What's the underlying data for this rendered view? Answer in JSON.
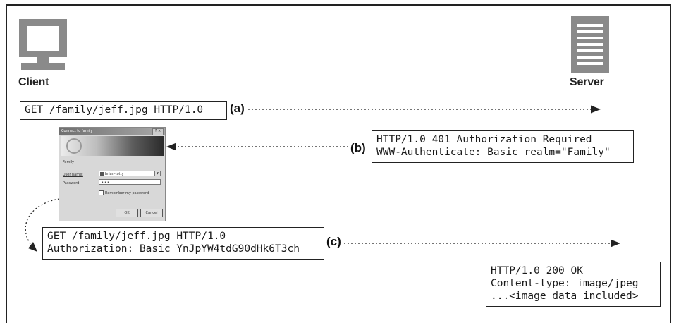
{
  "entities": {
    "client": "Client",
    "server": "Server"
  },
  "messages": {
    "a": {
      "label": "(a)",
      "lines": [
        "GET /family/jeff.jpg HTTP/1.0"
      ]
    },
    "b": {
      "label": "(b)",
      "lines": [
        "HTTP/1.0 401 Authorization Required",
        "WWW-Authenticate: Basic realm=\"Family\""
      ]
    },
    "c": {
      "label": "(c)",
      "lines": [
        "GET /family/jeff.jpg HTTP/1.0",
        "Authorization: Basic YnJpYW4tdG90dHk6T3ch"
      ]
    },
    "d": {
      "lines": [
        "HTTP/1.0 200 OK",
        "Content-type: image/jpeg",
        "...<image data included>"
      ]
    }
  },
  "dialog": {
    "title": "Connect to family",
    "close": "? ×",
    "realm": "Family",
    "user_label": "User name:",
    "user_value": "brian-totty",
    "password_label": "Password:",
    "password_value": "•••",
    "remember_label": "Remember my password",
    "ok_label": "OK",
    "cancel_label": "Cancel"
  },
  "colors": {
    "icon_gray": "#8a8a8a",
    "line": "#222222"
  }
}
